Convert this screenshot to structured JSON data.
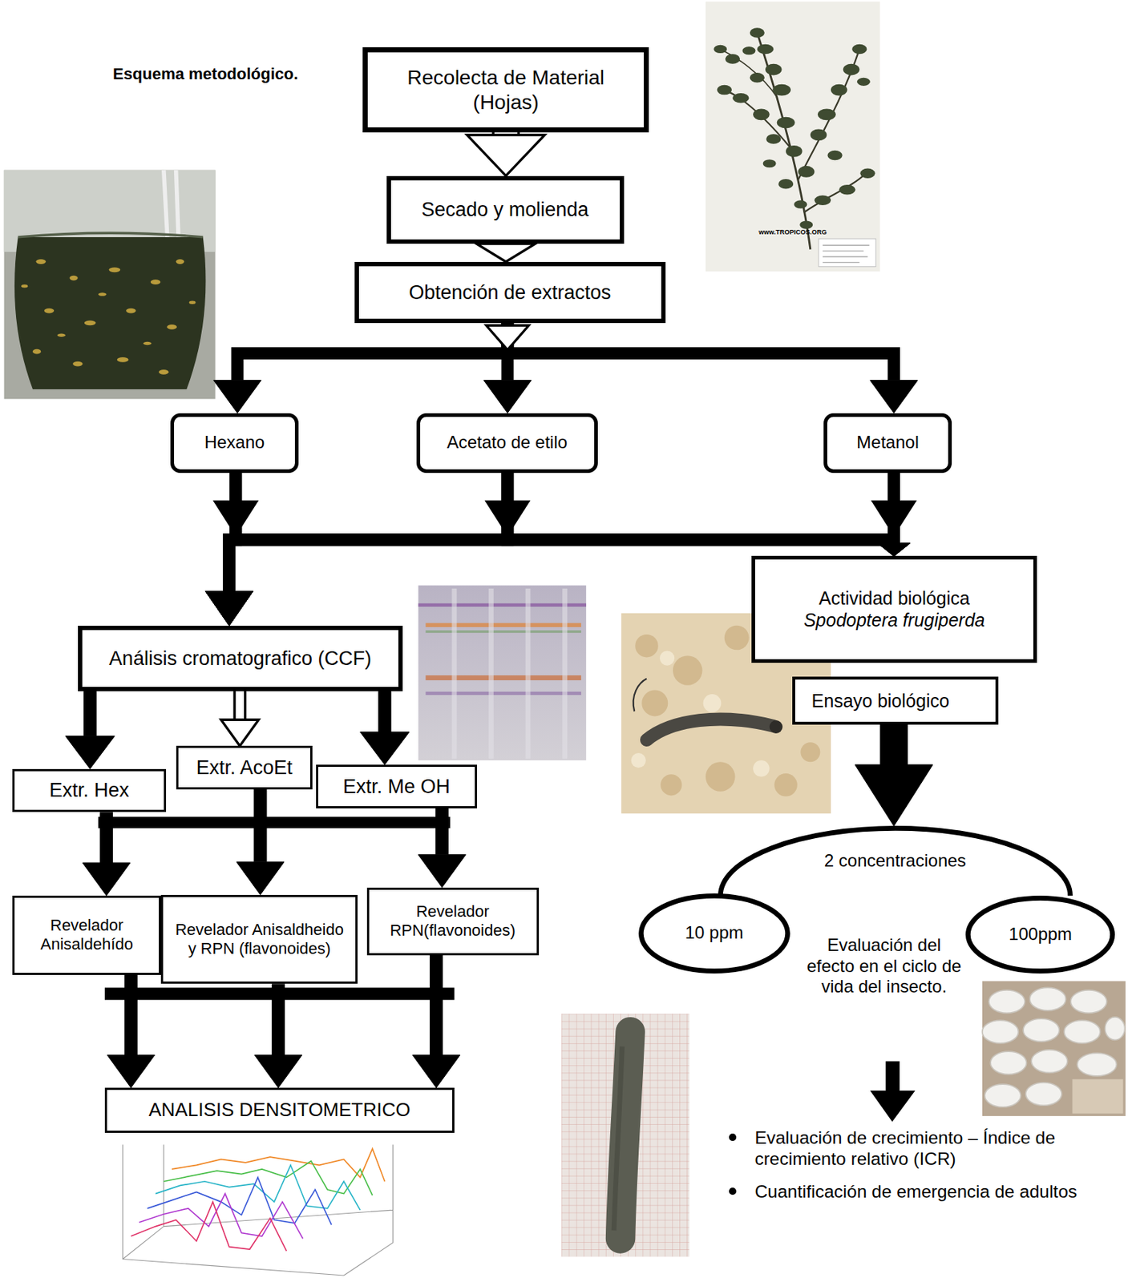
{
  "diagram": {
    "title": "Esquema metodológico.",
    "nodes": [
      {
        "text": [
          "Recolecta de Material (Hojas)"
        ]
      },
      {
        "text": [
          "Secado y molienda"
        ]
      },
      {
        "text": [
          "Obtención de extractos"
        ]
      },
      {
        "text": [
          "Hexano"
        ]
      },
      {
        "text": [
          "Acetato de etilo"
        ]
      },
      {
        "text": [
          "Metanol"
        ]
      },
      {
        "text": [
          "Actividad biológica",
          "Spodoptera frugiperda"
        ]
      },
      {
        "text": [
          "Análisis cromatografico (CCF)"
        ]
      },
      {
        "text": [
          "Ensayo biológico"
        ]
      },
      {
        "text": [
          "Extr. Hex"
        ]
      },
      {
        "text": [
          "Extr. AcoEt"
        ]
      },
      {
        "text": [
          "Extr. Me OH"
        ]
      },
      {
        "text": [
          "Revelador Anisaldehído"
        ]
      },
      {
        "text": [
          "Revelador Anisaldheido y RPN (flavonoides)"
        ]
      },
      {
        "text": [
          "Revelador RPN(flavonoides)"
        ]
      },
      {
        "text": [
          "2 concentraciones"
        ]
      },
      {
        "text": [
          "10 ppm"
        ]
      },
      {
        "text": [
          "100ppm"
        ]
      },
      {
        "text": [
          "ANALISIS DENSITOMETRICO"
        ]
      }
    ],
    "edges": [
      {
        "from": 0,
        "to": 1,
        "arrow": "to"
      },
      {
        "from": 1,
        "to": 2,
        "arrow": "to"
      },
      {
        "from": 2,
        "to": 3,
        "arrow": "to"
      },
      {
        "from": 2,
        "to": 4,
        "arrow": "to"
      },
      {
        "from": 2,
        "to": 5,
        "arrow": "to"
      },
      {
        "from": 3,
        "to": 7,
        "arrow": "to"
      },
      {
        "from": 4,
        "to": 7,
        "arrow": "to"
      },
      {
        "from": 5,
        "to": 7,
        "arrow": "to"
      },
      {
        "from": 3,
        "to": 6,
        "arrow": "to"
      },
      {
        "from": 4,
        "to": 6,
        "arrow": "to"
      },
      {
        "from": 5,
        "to": 6,
        "arrow": "to"
      },
      {
        "from": 7,
        "to": 9,
        "arrow": "to"
      },
      {
        "from": 7,
        "to": 10,
        "arrow": "to"
      },
      {
        "from": 7,
        "to": 11,
        "arrow": "to"
      },
      {
        "from": 9,
        "to": 12,
        "arrow": "to"
      },
      {
        "from": 10,
        "to": 13,
        "arrow": "to"
      },
      {
        "from": 11,
        "to": 14,
        "arrow": "to"
      },
      {
        "from": 12,
        "to": 18,
        "arrow": "to"
      },
      {
        "from": 13,
        "to": 18,
        "arrow": "to"
      },
      {
        "from": 14,
        "to": 18,
        "arrow": "to"
      },
      {
        "from": 8,
        "to": 15,
        "arrow": "to"
      }
    ],
    "labels": [
      "Evaluación del efecto en el ciclo de vida del insecto.",
      "Evaluación de crecimiento – Índice de crecimiento relativo (ICR)",
      "Cuantificación de emergencia de adultos",
      "www.TROPICOS.ORG"
    ]
  }
}
